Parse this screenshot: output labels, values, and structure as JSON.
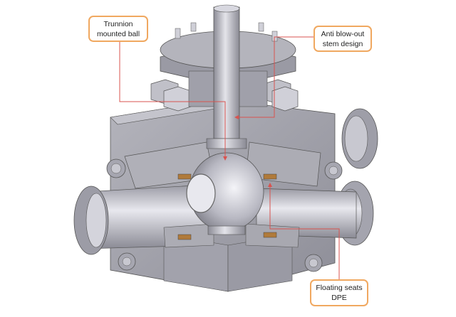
{
  "figure": {
    "subject": "Cutaway 3D rendering of a trunnion mounted ball valve",
    "colors": {
      "callout_border": "#f0a860",
      "leader_line": "#d9534f",
      "metal_light": "#d6d6dc",
      "metal_mid": "#a9a9b2",
      "metal_dark": "#7a7a84",
      "cut_face": "#9c9ca6",
      "seat_spring": "#b07a3a"
    }
  },
  "callouts": [
    {
      "id": "trunnion",
      "lines": [
        "Trunnion",
        "mounted ball"
      ]
    },
    {
      "id": "stem",
      "lines": [
        "Anti blow-out",
        "stem design"
      ]
    },
    {
      "id": "seats",
      "lines": [
        "Floating seats",
        "DPE"
      ]
    }
  ]
}
